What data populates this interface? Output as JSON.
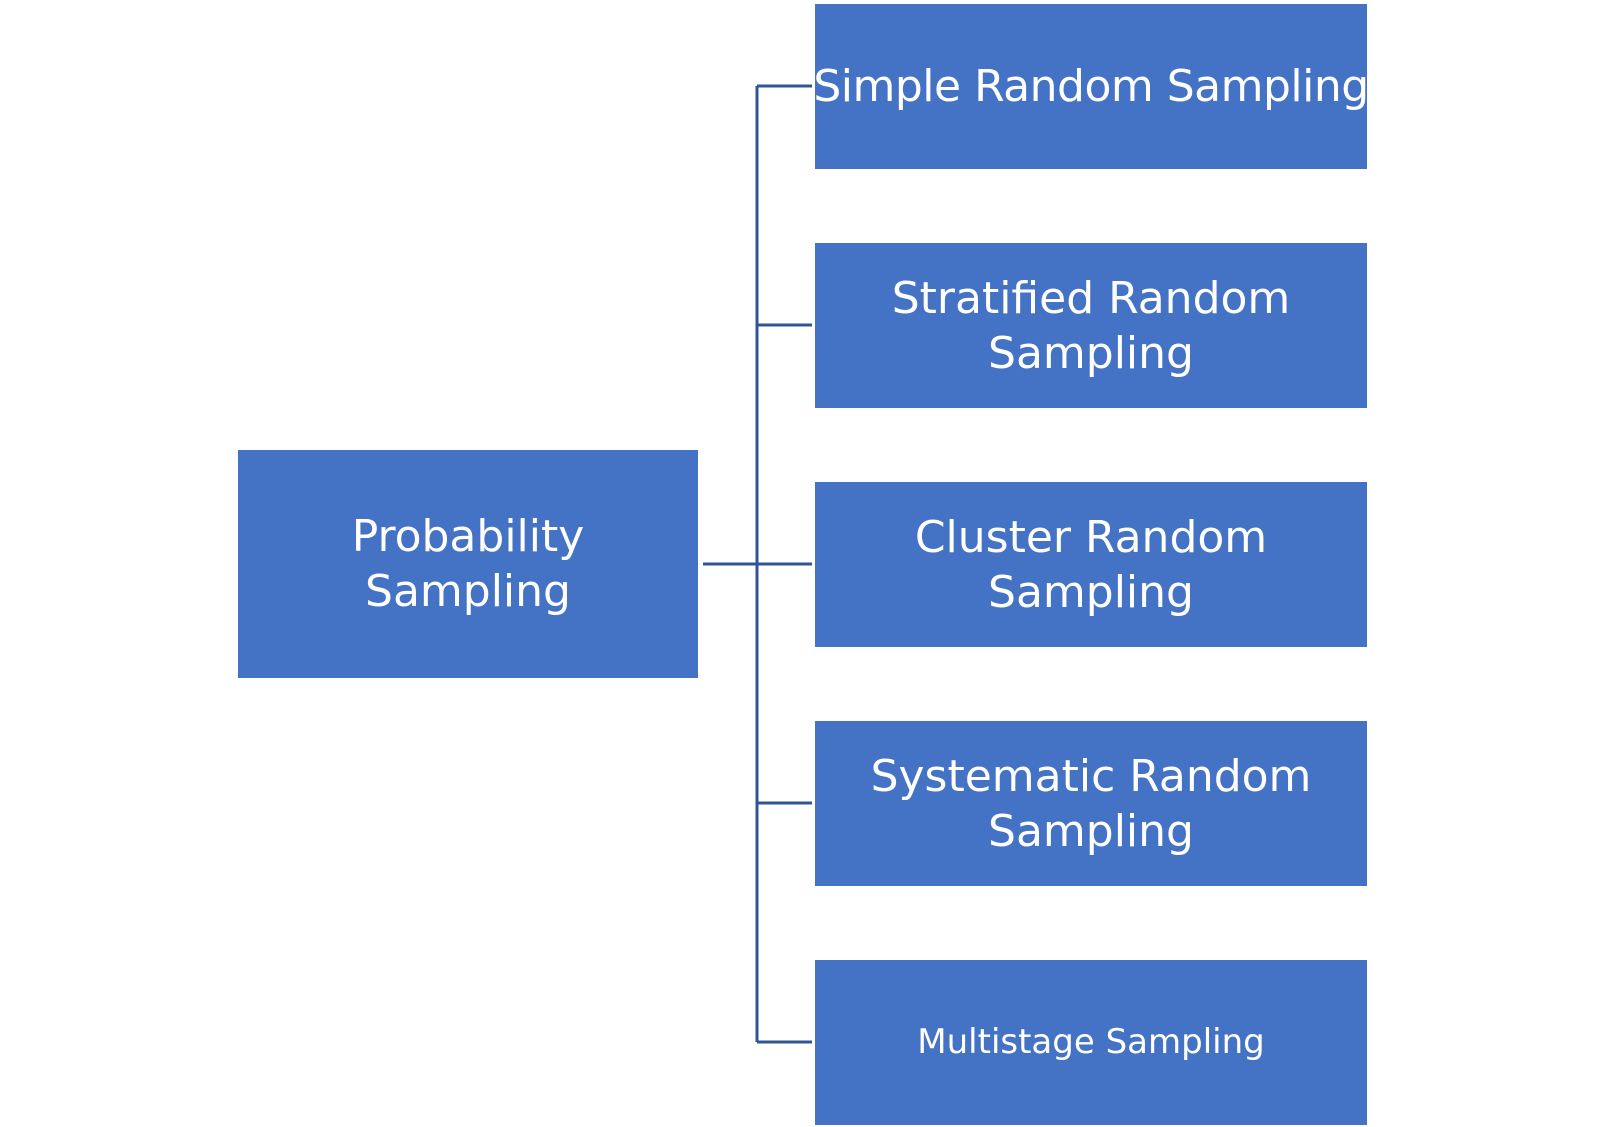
{
  "diagram": {
    "root": {
      "label": "Probability Sampling"
    },
    "children": [
      {
        "label": "Simple Random Sampling"
      },
      {
        "label": "Stratified Random Sampling"
      },
      {
        "label": "Cluster Random Sampling"
      },
      {
        "label": "Systematic Random Sampling"
      },
      {
        "label": "Multistage Sampling"
      }
    ],
    "colors": {
      "box_fill": "#4472c4",
      "box_text": "#ffffff",
      "connector": "#2f5597"
    }
  }
}
